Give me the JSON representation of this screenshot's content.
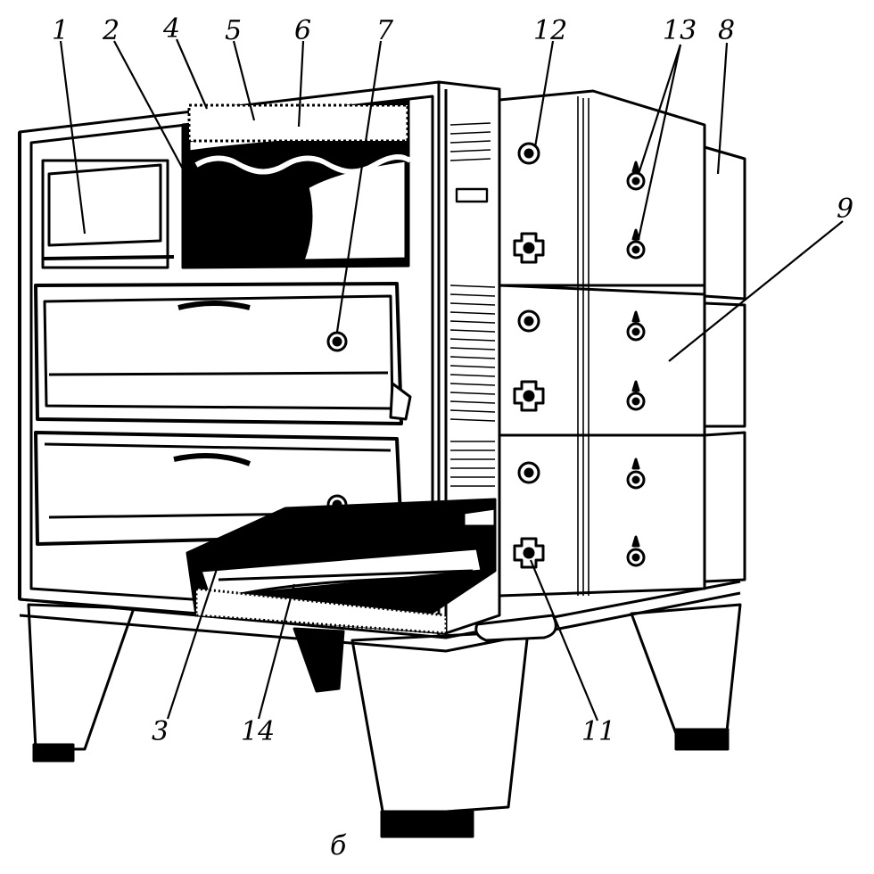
{
  "caption": "б",
  "callouts": [
    {
      "id": "1",
      "part": "upper-compartment-door"
    },
    {
      "id": "2",
      "part": "inner-chamber"
    },
    {
      "id": "4",
      "part": "outer-casing"
    },
    {
      "id": "5",
      "part": "thermal-insulation"
    },
    {
      "id": "6",
      "part": "heating-element-upper"
    },
    {
      "id": "7",
      "part": "door-knob"
    },
    {
      "id": "12",
      "part": "control-panel"
    },
    {
      "id": "13",
      "part": "indicator-lamps"
    },
    {
      "id": "8",
      "part": "side-cabinet"
    },
    {
      "id": "9",
      "part": "panel-side"
    },
    {
      "id": "3",
      "part": "lower-insulation"
    },
    {
      "id": "14",
      "part": "heating-element-lower"
    },
    {
      "id": "11",
      "part": "switch-knob"
    }
  ]
}
